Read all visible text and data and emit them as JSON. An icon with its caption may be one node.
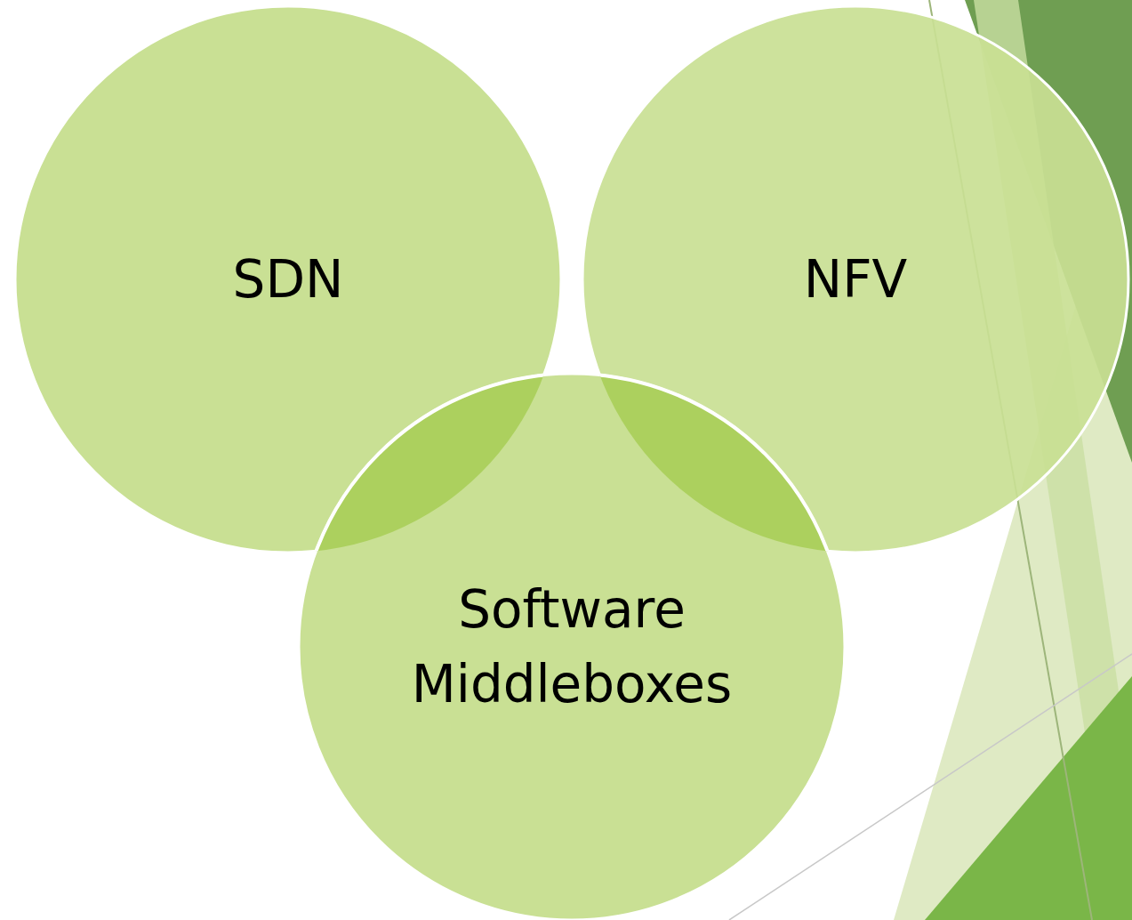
{
  "diagram": {
    "nodes": [
      {
        "text": [
          "SDN"
        ]
      },
      {
        "text": [
          "NFV"
        ]
      },
      {
        "text": [
          "Software Middleboxes"
        ]
      }
    ]
  }
}
